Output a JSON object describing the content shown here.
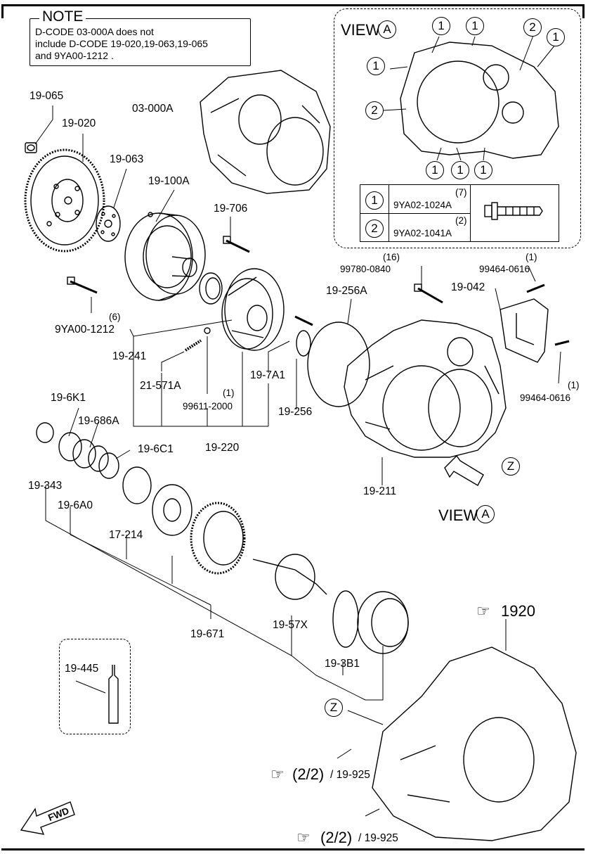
{
  "note": {
    "title": "NOTE",
    "lines": [
      "D-CODE 03-000A does not",
      "include D-CODE 19-020,19-063,19-065",
      "and 9YA00-1212 ."
    ]
  },
  "view_a": {
    "title": "VIEW",
    "circle_letter": "A",
    "legend": [
      {
        "key": "1",
        "qty": "(7)",
        "part": "9YA02-1024A"
      },
      {
        "key": "2",
        "qty": "(2)",
        "part": "9YA02-1041A"
      }
    ]
  },
  "parts": {
    "p19_065": "19-065",
    "p19_020": "19-020",
    "p19_063": "19-063",
    "p19_100a": "19-100A",
    "p03_000a": "03-000A",
    "p19_706": "19-706",
    "p9ya00_1212": "9YA00-1212",
    "p9ya00_qty": "(6)",
    "p99780_qty": "(16)",
    "p99780": "99780-0840",
    "p99464_top_qty": "(1)",
    "p99464_top": "99464-0616",
    "p19_042": "19-042",
    "p19_256a": "19-256A",
    "p19_241": "19-241",
    "p21_571a": "21-571A",
    "p99611_qty": "(1)",
    "p99611": "99611-2000",
    "p19_7a1": "19-7A1",
    "p19_256": "19-256",
    "p99464_bot_qty": "(1)",
    "p99464_bot": "99464-0616",
    "p19_6k1": "19-6K1",
    "p19_686a": "19-686A",
    "p19_6c1": "19-6C1",
    "p19_220": "19-220",
    "p19_343": "19-343",
    "p19_6a0": "19-6A0",
    "p17_214": "17-214",
    "p19_211": "19-211",
    "p19_671": "19-671",
    "p19_57x": "19-57X",
    "p19_3b1": "19-3B1",
    "p19_445": "19-445"
  },
  "refs": {
    "z_letter": "Z",
    "view_a_lower": "VIEW",
    "view_a_lower_letter": "A",
    "ref_1920": "1920",
    "ref_page_1": "(2/2)",
    "ref_part_1": "/ 19-925",
    "ref_page_2": "(2/2)",
    "ref_part_2": "/ 19-925",
    "fwd": "FWD"
  }
}
